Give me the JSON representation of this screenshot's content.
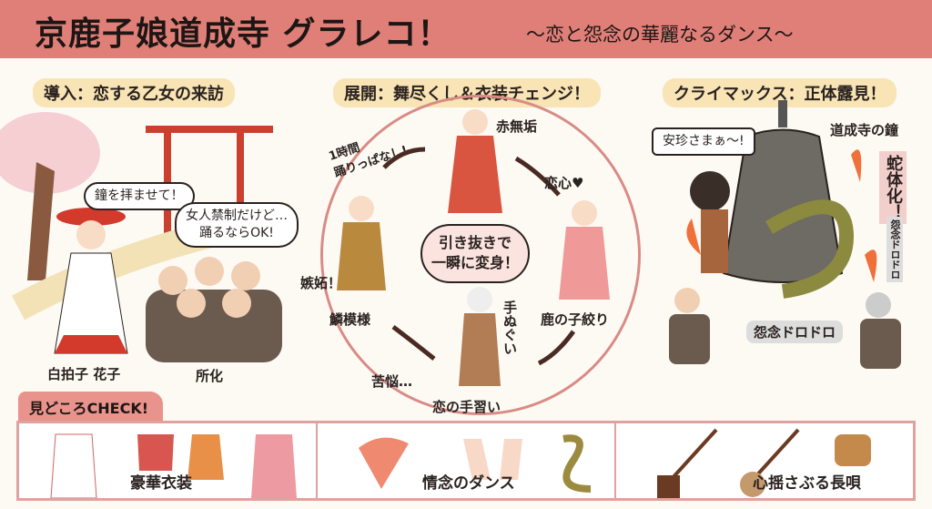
{
  "header": {
    "title": "京鹿子娘道成寺 グラレコ！",
    "subtitle": "〜恋と怨念の華麗なるダンス〜",
    "bg_color": "#e07f78"
  },
  "sections": {
    "intro": {
      "heading": "導入：恋する乙女の来訪",
      "bubble_girl": "鐘を拝ませて！",
      "bubble_monks_line1": "女人禁制だけど…",
      "bubble_monks_line2": "踊るならOK!",
      "label_girl": "白拍子 花子",
      "label_monks": "所化"
    },
    "development": {
      "heading": "展開：舞尽くし＆衣装チェンジ！",
      "note_line1": "1時間",
      "note_line2": "踊りっぱなし!",
      "center_line1": "引き抜きで",
      "center_line2": "一瞬に変身！",
      "costumes": [
        {
          "name": "赤無垢",
          "note": ""
        },
        {
          "name": "鹿の子絞り",
          "note": "恋心♥"
        },
        {
          "name": "恋の手習い",
          "note": "手ぬぐい"
        },
        {
          "name": "鱗模様",
          "note": "嫉妬！"
        }
      ],
      "suffer": "苦悩…"
    },
    "climax": {
      "heading": "クライマックス：正体露見！",
      "bubble": "安珍さまぁ〜!",
      "bell_label": "道成寺の鐘",
      "snake": "蛇体化！",
      "grudge_small": "怨念ドロドロ",
      "grudge": "怨念ドロドロ"
    }
  },
  "check": {
    "tab": "見どころCHECK!",
    "items": [
      {
        "label": "豪華衣装",
        "icon": "kimono-icon"
      },
      {
        "label": "情念のダンス",
        "icon": "fan-hands-snake-icon"
      },
      {
        "label": "心揺さぶる長唄",
        "icon": "shamisen-drum-icon"
      }
    ]
  },
  "colors": {
    "accent": "#e07f78",
    "pill": "#f8e4b4",
    "circle": "#d98b86"
  }
}
